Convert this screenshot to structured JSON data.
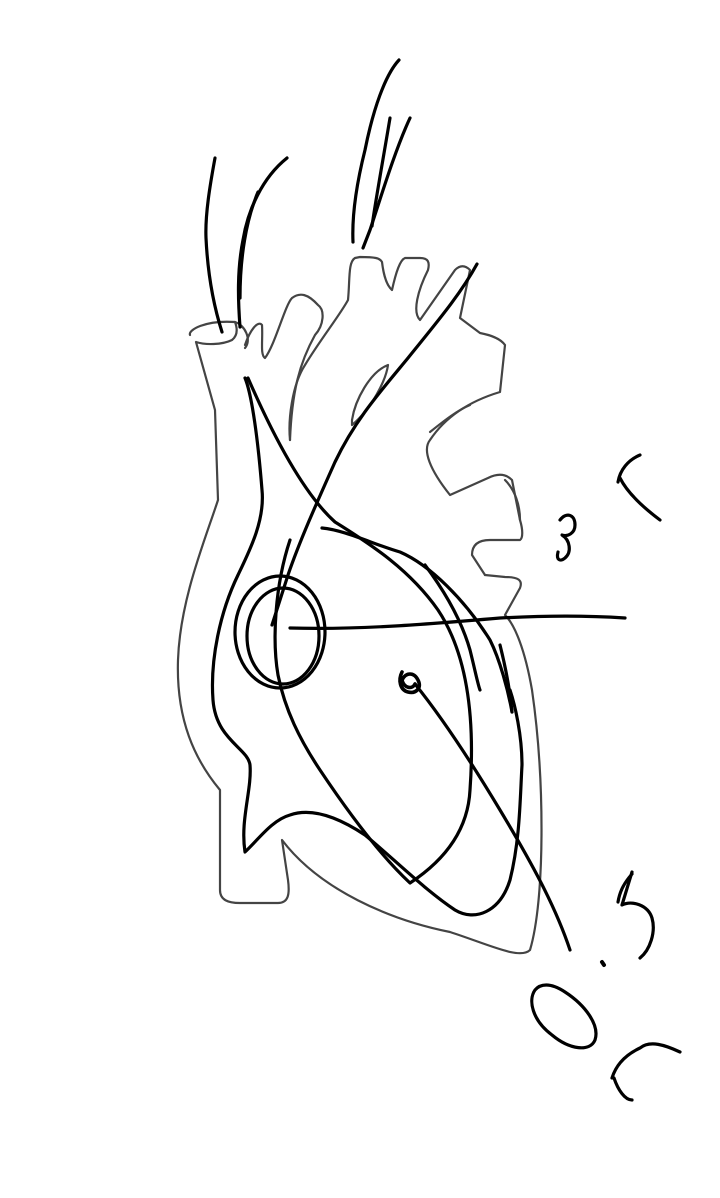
{
  "canvas": {
    "background": "#ffffff",
    "outline_color": "#444444",
    "ink_color": "#000000"
  },
  "diagram": {
    "subject": "heart",
    "style": "hand-drawn annotations over a printed heart outline",
    "handwritten_marks": [
      "3r",
      "0.5r"
    ],
    "elements": [
      "heart-outline",
      "great-vessel-stubs",
      "vessel-strokes-left",
      "vessel-strokes-top",
      "long-diagonal-stroke",
      "inner-ventricle-curves",
      "circle-marker",
      "radius-line",
      "center-dot",
      "diagonal-radius-line",
      "label-3r",
      "label-0-5r"
    ]
  }
}
